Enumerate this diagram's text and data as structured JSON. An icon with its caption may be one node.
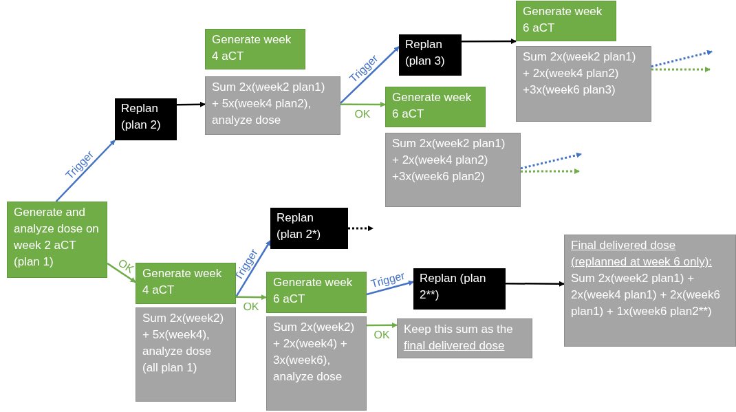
{
  "diagram": {
    "nodes": [
      {
        "text": [
          "Generate and analyze dose on week 2 aCT (plan 1)"
        ]
      },
      {
        "text": [
          "Replan (plan 2)"
        ]
      },
      {
        "text": [
          "Generate week 4 aCT"
        ]
      },
      {
        "text": [
          "Sum 2x(week2 plan1) + 5x(week4 plan2), analyze dose"
        ]
      },
      {
        "text": [
          "Replan (plan 3)"
        ]
      },
      {
        "text": [
          "Generate week 6 aCT"
        ]
      },
      {
        "text": [
          "Sum 2x(week2 plan1) + 2x(week4 plan2) +3x(week6 plan3)"
        ]
      },
      {
        "text": [
          "Generate week 6 aCT"
        ]
      },
      {
        "text": [
          "Sum 2x(week2 plan1) + 2x(week4 plan2) +3x(week6 plan2)"
        ]
      },
      {
        "text": [
          "Replan (plan 2*)"
        ]
      },
      {
        "text": [
          "Generate week 4 aCT"
        ]
      },
      {
        "text": [
          "Sum 2x(week2) + 5x(week4), analyze dose (all plan 1)"
        ]
      },
      {
        "text": [
          "Generate week 6 aCT"
        ]
      },
      {
        "text": [
          "Sum 2x(week2) + 2x(week4) + 3x(week6), analyze dose"
        ]
      },
      {
        "text": [
          "Replan (plan 2**)"
        ]
      },
      {
        "text": [
          "Keep this sum as the",
          "final delivered dose"
        ]
      },
      {
        "text": [
          "Final delivered dose (replanned at week 6 only):",
          "Sum 2x(week2 plan1) + 2x(week4 plan1) + 2x(week6 plan1) + 1x(week6 plan2**)"
        ]
      }
    ],
    "edges": [
      {
        "from": 0,
        "to": 1,
        "arrow": "to",
        "label": "Trigger",
        "color": "#4472c4"
      },
      {
        "from": 1,
        "to": 3,
        "arrow": "to",
        "color": "#000000"
      },
      {
        "from": 3,
        "to": 4,
        "arrow": "to",
        "label": "Trigger",
        "color": "#4472c4"
      },
      {
        "from": 3,
        "to": 7,
        "arrow": "to",
        "label": "OK",
        "color": "#70ad47"
      },
      {
        "from": 4,
        "to": 5,
        "arrow": "to",
        "color": "#000000"
      },
      {
        "from": 6,
        "to": null,
        "arrow": "to",
        "style": "dashed",
        "color": "#4472c4"
      },
      {
        "from": 6,
        "to": null,
        "arrow": "to",
        "style": "dashed",
        "color": "#70ad47"
      },
      {
        "from": 8,
        "to": null,
        "arrow": "to",
        "style": "dashed",
        "color": "#4472c4"
      },
      {
        "from": 8,
        "to": null,
        "arrow": "to",
        "style": "dashed",
        "color": "#70ad47"
      },
      {
        "from": 0,
        "to": 10,
        "arrow": "to",
        "label": "OK",
        "color": "#70ad47"
      },
      {
        "from": 10,
        "to": 9,
        "arrow": "to",
        "label": "Trigger",
        "color": "#4472c4"
      },
      {
        "from": 10,
        "to": 12,
        "arrow": "to",
        "label": "OK",
        "color": "#70ad47"
      },
      {
        "from": 9,
        "to": null,
        "arrow": "to",
        "style": "dashed",
        "color": "#000000"
      },
      {
        "from": 12,
        "to": 14,
        "arrow": "to",
        "label": "Trigger",
        "color": "#4472c4"
      },
      {
        "from": 13,
        "to": 15,
        "arrow": "to",
        "label": "OK",
        "color": "#70ad47"
      },
      {
        "from": 14,
        "to": 16,
        "arrow": "to",
        "color": "#000000"
      }
    ]
  }
}
